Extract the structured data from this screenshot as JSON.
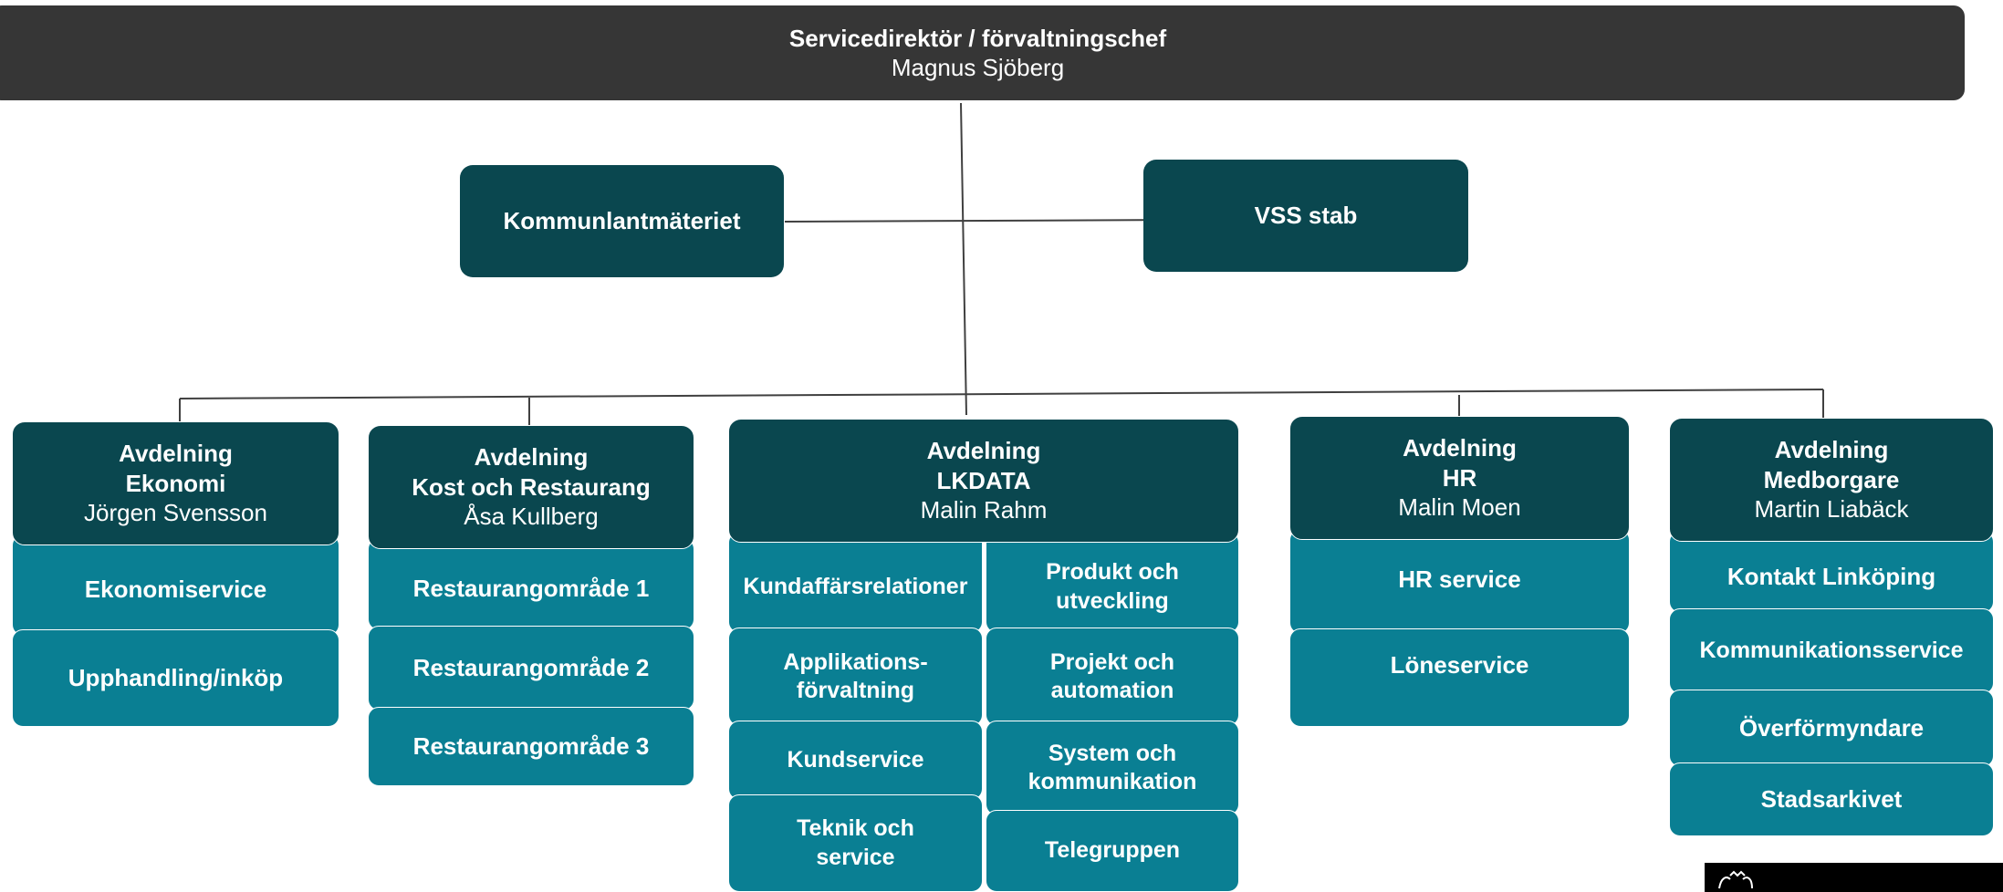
{
  "top": {
    "title": "Servicedirektör / förvaltningschef",
    "name": "Magnus Sjöberg"
  },
  "staff": {
    "left": "Kommunlantmäteriet",
    "right": "VSS stab"
  },
  "departments": [
    {
      "label": "Avdelning",
      "name": "Ekonomi",
      "head": "Jörgen Svensson",
      "units": [
        "Ekonomiservice",
        "Upphandling/inköp"
      ]
    },
    {
      "label": "Avdelning",
      "name": "Kost och Restaurang",
      "head": "Åsa Kullberg",
      "units": [
        "Restaurangområde 1",
        "Restaurangområde 2",
        "Restaurangområde 3"
      ]
    },
    {
      "label": "Avdelning",
      "name": "LKDATA",
      "head": "Malin Rahm",
      "units_left": [
        "Kundaffärsrelationer",
        "Applikations-\nförvaltning",
        "Kundservice",
        "Teknik och\nservice"
      ],
      "units_right": [
        "Produkt och\nutveckling",
        "Projekt och\nautomation",
        "System och\nkommunikation",
        "Telegruppen"
      ]
    },
    {
      "label": "Avdelning",
      "name": "HR",
      "head": "Malin Moen",
      "units": [
        "HR service",
        "Löneservice"
      ]
    },
    {
      "label": "Avdelning",
      "name": "Medborgare",
      "head": "Martin Liabäck",
      "units": [
        "Kontakt Linköping",
        "Kommunikationsservice",
        "Överförmyndare",
        "Stadsarkivet"
      ]
    }
  ],
  "colors": {
    "header_dark": "#363636",
    "box_dark": "#0a474f",
    "box_teal": "#0a7f93",
    "line": "#404040"
  },
  "icons": {
    "logo": "city-crest-logo"
  }
}
